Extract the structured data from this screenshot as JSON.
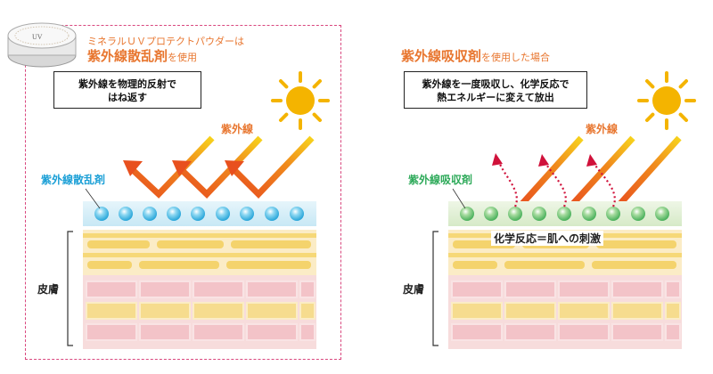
{
  "left": {
    "product_name": "ミネラルＵＶプロテクトパウダーは",
    "headline_main": "紫外線散乱剤",
    "headline_suffix": "を使用",
    "note": [
      "紫外線を物理的反射で",
      "はね返す"
    ],
    "uv_label": "紫外線",
    "agent_label": "紫外線散乱剤",
    "skin_label": "皮膚",
    "jar_lid_text": "UV"
  },
  "right": {
    "headline_main": "紫外線吸収剤",
    "headline_suffix": "を使用した場合",
    "note": [
      "紫外線を一度吸収し、化学反応で",
      "熱エネルギーに変えて放出"
    ],
    "uv_label": "紫外線",
    "agent_label": "紫外線吸収剤",
    "skin_label": "皮膚",
    "reaction_label": "化学反応＝肌への刺激"
  },
  "colors": {
    "frame": "#d9477e",
    "heading": "#e8762f",
    "scatter_agent": "#1a9fd6",
    "absorb_agent": "#2eaa5a",
    "dotted_arrow": "#d0113a",
    "sun": "#f4b400"
  }
}
